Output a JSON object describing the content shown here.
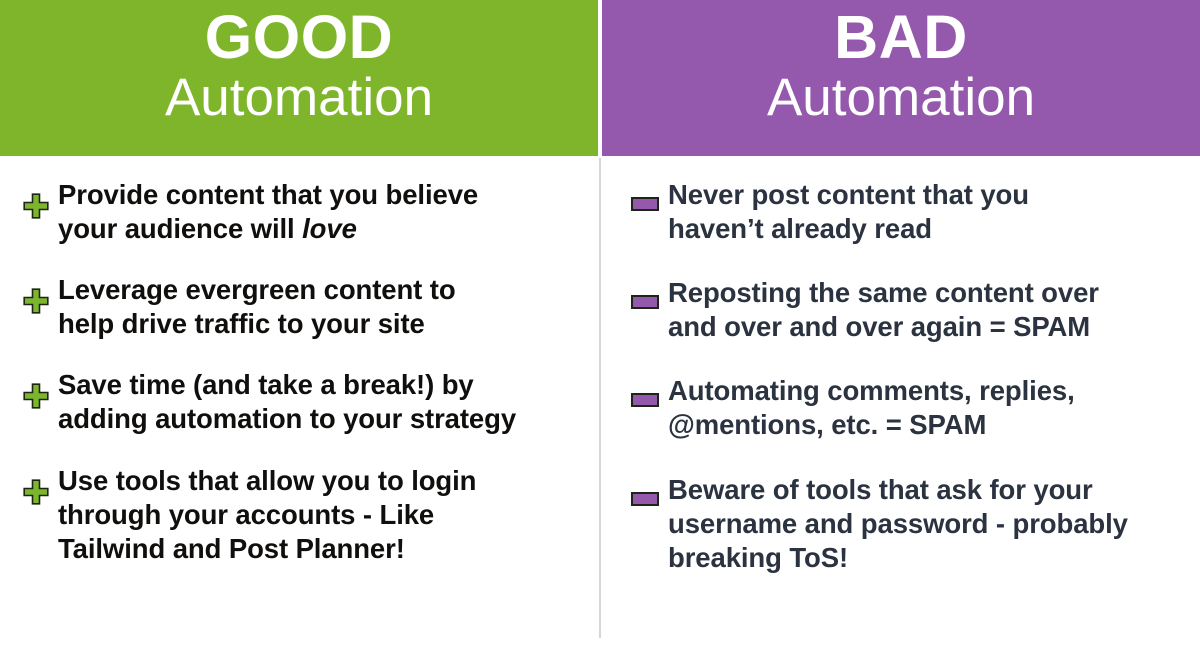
{
  "theme": {
    "good_color": "#7eb52b",
    "bad_color": "#9459ac",
    "good_text_color": "#100f0d",
    "bad_text_color": "#2b3240",
    "background": "#ffffff",
    "divider_color": "#d6d6d6",
    "plus_icon_fill": "#7db52d",
    "plus_icon_stroke": "#1d2616",
    "minus_icon_fill": "#9459ac",
    "minus_icon_stroke": "#1d2616"
  },
  "columns": [
    {
      "key": "good",
      "title": "GOOD",
      "subtitle": "Automation",
      "marker_icon": "plus-icon",
      "items": [
        {
          "id": "good-1",
          "lines": [
            "Provide content that you believe",
            "your audience will "
          ],
          "emphasis": "love",
          "text": "Provide content that you believe your audience will love"
        },
        {
          "id": "good-2",
          "lines": [
            "Leverage evergreen content to",
            "help drive traffic to your site"
          ],
          "emphasis": "",
          "text": "Leverage evergreen content to help drive traffic to your site"
        },
        {
          "id": "good-3",
          "lines": [
            "Save time (and take a break!) by",
            "adding automation to your strategy"
          ],
          "emphasis": "",
          "text": "Save time (and take a break!) by adding automation to your strategy"
        },
        {
          "id": "good-4",
          "lines": [
            "Use tools that allow you to login",
            "through your accounts - Like",
            "Tailwind and Post Planner!"
          ],
          "emphasis": "",
          "text": "Use tools that allow you to login through your accounts - Like Tailwind and Post Planner!"
        }
      ]
    },
    {
      "key": "bad",
      "title": "BAD",
      "subtitle": "Automation",
      "marker_icon": "minus-icon",
      "items": [
        {
          "id": "bad-1",
          "lines": [
            "Never post content that you",
            "haven’t already read"
          ],
          "emphasis": "",
          "text": "Never post content that you haven’t already read"
        },
        {
          "id": "bad-2",
          "lines": [
            "Reposting the same content over",
            "and over and over again = SPAM"
          ],
          "emphasis": "",
          "text": "Reposting the same content over and over and over again = SPAM"
        },
        {
          "id": "bad-3",
          "lines": [
            "Automating comments, replies,",
            "@mentions, etc. = SPAM"
          ],
          "emphasis": "",
          "text": "Automating comments, replies, @mentions, etc. = SPAM"
        },
        {
          "id": "bad-4",
          "lines": [
            "Beware of tools that ask for your",
            "username and password - probably",
            "breaking ToS!"
          ],
          "emphasis": "",
          "text": "Beware of tools that ask for your username and password - probably breaking ToS!"
        }
      ]
    }
  ]
}
